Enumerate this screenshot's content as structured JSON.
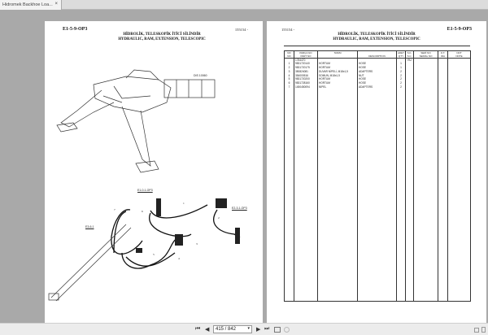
{
  "tab": {
    "title": "Hidromek Backhoe Loa...",
    "close": "×"
  },
  "left_page": {
    "code": "E1-5-9-OP3",
    "ref": "155154 -",
    "title_tr": "HİDROLİK, TELESKOPİK İTİCİ SİLİNDİR",
    "title_en": "HYDRAULIC, RAM, EXTENSION, TELESCOPIC",
    "callouts": {
      "dis": "DIS 10060",
      "e1": "E1-0-1-OP3",
      "e2": "E2-3-1-OP3",
      "e3": "E3-6-1",
      "n1": "1",
      "n2": "2",
      "n3": "3",
      "n4": "4",
      "n5": "5",
      "n6": "6",
      "n7": "7"
    }
  },
  "right_page": {
    "ref": "155154 -",
    "code": "E1-5-9-OP3",
    "title_tr": "HİDROLİK, TELESKOPİK İTİCİ SİLİNDİR",
    "title_en": "HYDRAULIC, RAM, EXTENSION, TELESCOPIC",
    "headers": [
      [
        "NO",
        "NO"
      ],
      [
        "PARÇA NO",
        "PART NO"
      ],
      [
        "TANIM",
        ""
      ],
      [
        "",
        "DESCRIPTION"
      ],
      [
        "ADET",
        "QTY"
      ],
      [
        "S.K.",
        "S.C."
      ],
      [
        "SERİ NO",
        "SERIAL NO"
      ],
      [
        "O.T.",
        "IDA"
      ],
      [
        "NOT",
        "NOTE"
      ]
    ],
    "rows": [
      [
        "",
        "1784470",
        "",
        "",
        "",
        "RU",
        "",
        "",
        ""
      ],
      [
        "1",
        "9831720140",
        "HORTUM",
        "HOSE",
        "1",
        "",
        "",
        "",
        ""
      ],
      [
        "2",
        "9831720175",
        "HORTUM",
        "HOSE",
        "1",
        "",
        "",
        "",
        ""
      ],
      [
        "3",
        "350824081",
        "DUVAR NİPELİ, M18x1,5",
        "ADAPTERS",
        "2",
        "",
        "",
        "",
        ""
      ],
      [
        "4",
        "354000516",
        "SOMUN, M18x1,5",
        "NUT",
        "2",
        "",
        "",
        "",
        ""
      ],
      [
        "5",
        "9831720200",
        "HORTUM",
        "HOSE",
        "2",
        "",
        "",
        "",
        ""
      ],
      [
        "6",
        "9831728160",
        "HORTUM",
        "HOSE",
        "2",
        "",
        "",
        "",
        ""
      ],
      [
        "7",
        "1450450094",
        "NİPEL",
        "ADAPTERS",
        "2",
        "",
        "",
        "",
        ""
      ],
      [
        "",
        "",
        "",
        "",
        "",
        "",
        "",
        "",
        ""
      ]
    ]
  },
  "toolbar": {
    "first": "⏮",
    "prev": "◀",
    "page": "415 / 842",
    "next": "▶",
    "last": "⏭",
    "dropdown": "▾"
  }
}
